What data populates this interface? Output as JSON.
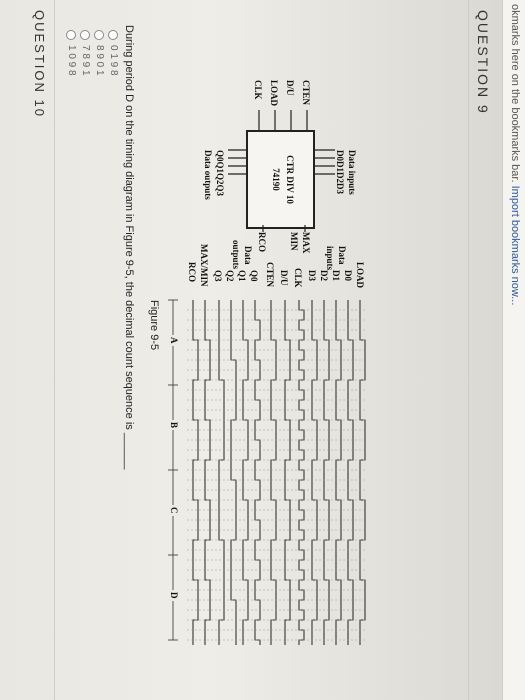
{
  "bookmarks_bar": {
    "prefix": "okmarks here on the bookmarks bar.",
    "link": "Import bookmarks now..."
  },
  "question9": {
    "heading": "QUESTION 9",
    "chip": {
      "title": "CTR DIV 10",
      "part": "74190",
      "max_label": "MAX",
      "min_label": "MIN",
      "rco_label": "RCO"
    },
    "inputs_label": "Data inputs",
    "inputs_pins": "D0D1D2D3",
    "left_pins": [
      "CTEN",
      "D/U",
      "LOAD",
      "CLK"
    ],
    "outputs_pins": "Q0Q1Q2Q3",
    "outputs_label": "Data outputs",
    "timing_labels": [
      "LOAD",
      "D0",
      "Data",
      "D1",
      "inputs",
      "D2",
      "D3",
      "CLK",
      "D/U",
      "CTEN",
      "Q0",
      "Data",
      "Q1",
      "outputs",
      "Q2",
      "Q3",
      "MAX/MIN",
      "RCO"
    ],
    "period_labels": [
      "A",
      "B",
      "C",
      "D"
    ],
    "figure_caption": "Figure 9-5",
    "question_text": "During period D on the timing diagram in Figure 9-5, the decimal count sequence is ______",
    "options": [
      "0 1 9 8",
      "8 9 0 1",
      "7 8 9 1",
      "1 0 9 8"
    ]
  },
  "question10": {
    "heading": "QUESTION 10"
  }
}
